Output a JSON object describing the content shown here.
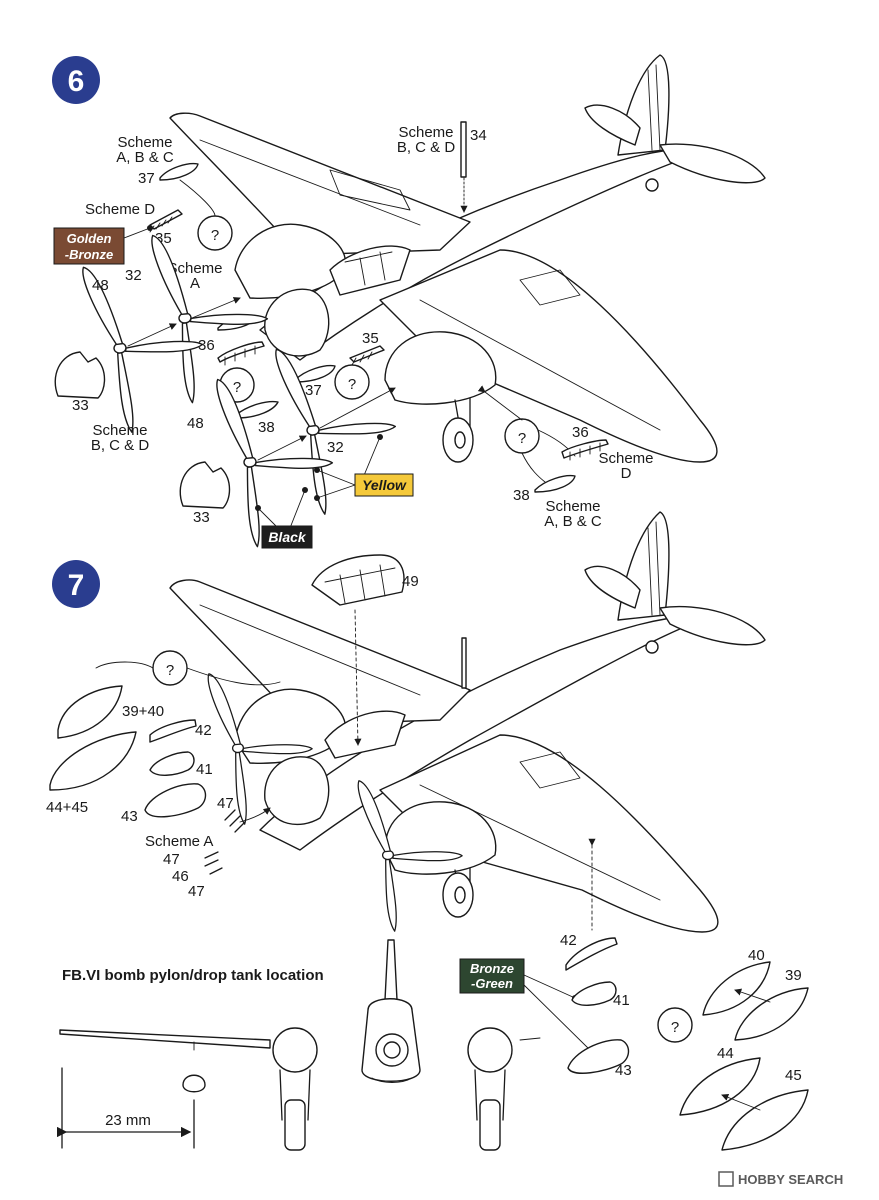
{
  "steps": {
    "step6": "6",
    "step7": "7"
  },
  "step6": {
    "scheme_abc": [
      "Scheme",
      "A, B & C"
    ],
    "scheme_bcd_top": [
      "Scheme",
      "B, C & D"
    ],
    "scheme_d_left": "Scheme D",
    "scheme_a": [
      "Scheme",
      "A"
    ],
    "scheme_bcd_prop": [
      "Scheme",
      "B, C & D"
    ],
    "scheme_d_right": [
      "Scheme",
      "D"
    ],
    "scheme_abc_right": [
      "Scheme",
      "A, B & C"
    ],
    "part_nums": {
      "p34": "34",
      "p37a": "37",
      "p35a": "35",
      "p32a": "32",
      "p48a": "48",
      "p36a": "36",
      "p33a": "33",
      "p35b": "35",
      "p37b": "37",
      "p48b": "48",
      "p38a": "38",
      "p32b": "32",
      "p33b": "33",
      "p36b": "36",
      "p38b": "38"
    },
    "colors": {
      "golden_bronze": [
        "Golden",
        "-Bronze"
      ],
      "yellow": "Yellow",
      "black": "Black"
    },
    "query": "?"
  },
  "step7": {
    "scheme_a": "Scheme A",
    "part_nums": {
      "p49": "49",
      "p3940": "39+40",
      "p42a": "42",
      "p41a": "41",
      "p4445": "44+45",
      "p43a": "43",
      "p47a": "47",
      "p47b": "47",
      "p46": "46",
      "p47c": "47",
      "p42b": "42",
      "p41b": "41",
      "p43b": "43",
      "p40": "40",
      "p39": "39",
      "p44": "44",
      "p45": "45"
    },
    "colors": {
      "bronze_green": [
        "Bronze",
        "-Green"
      ]
    },
    "query": "?"
  },
  "fbvi": {
    "title": "FB.VI bomb pylon/drop tank location",
    "measurement": "23 mm"
  },
  "watermark": "HOBBY SEARCH",
  "palette": {
    "step_circle": "#2a3d8f",
    "golden_bronze": "#7a4a33",
    "yellow": "#f5c93a",
    "black": "#1e1e1e",
    "bronze_green": "#2d4630"
  }
}
